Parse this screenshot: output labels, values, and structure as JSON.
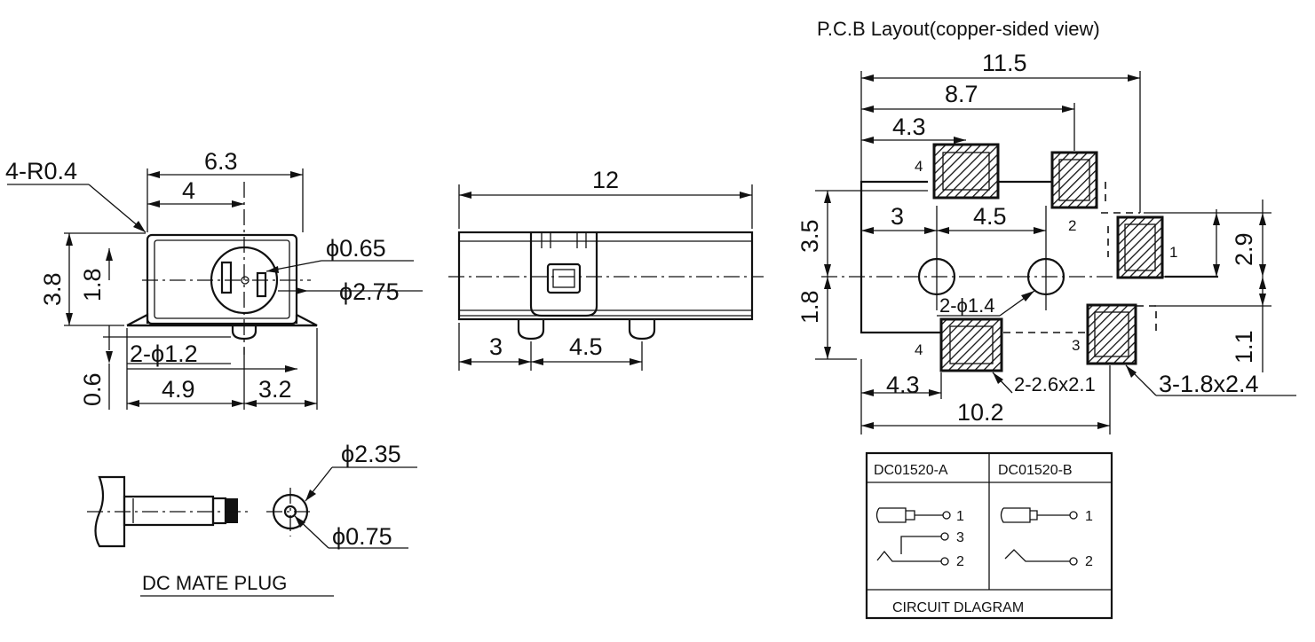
{
  "side_view": {
    "dim_width": "6.3",
    "dim_offset": "4",
    "dim_radius": "4-R0.4",
    "dim_height": "3.8",
    "dim_center": "1.8",
    "dim_pin": "ϕ0.65",
    "dim_hole": "ϕ2.75",
    "dim_peg": "2-ϕ1.2",
    "dim_leg": "0.6",
    "dim_bottom_left": "4.9",
    "dim_bottom_right": "3.2"
  },
  "top_view": {
    "dim_length": "12",
    "dim_peg_offset": "3",
    "dim_peg_pitch": "4.5"
  },
  "pcb_layout": {
    "title": "P.C.B Layout(copper-sided view)",
    "dim_total": "11.5",
    "dim_pad2": "8.7",
    "dim_pad4": "4.3",
    "dim_hole_offset": "3",
    "dim_hole_pitch": "4.5",
    "dim_35": "3.5",
    "dim_18": "1.8",
    "dim_29": "2.9",
    "dim_11": "1.1",
    "dim_hole_dia": "2-ϕ1.4",
    "dim_pad4_bottom": "4.3",
    "dim_bottom_total": "10.2",
    "pad_size_a": "2-2.6x2.1",
    "pad_size_b": "3-1.8x2.4",
    "pad_labels": [
      "4",
      "2",
      "1",
      "4",
      "3"
    ]
  },
  "mate_plug": {
    "title": "DC MATE PLUG",
    "dim_outer": "ϕ2.35",
    "dim_inner": "ϕ0.75"
  },
  "circuit_table": {
    "col_a": "DC01520-A",
    "col_b": "DC01520-B",
    "pins_a": [
      "1",
      "3",
      "2"
    ],
    "pins_b": [
      "1",
      "2"
    ],
    "caption": "CIRCUIT DLAGRAM"
  }
}
